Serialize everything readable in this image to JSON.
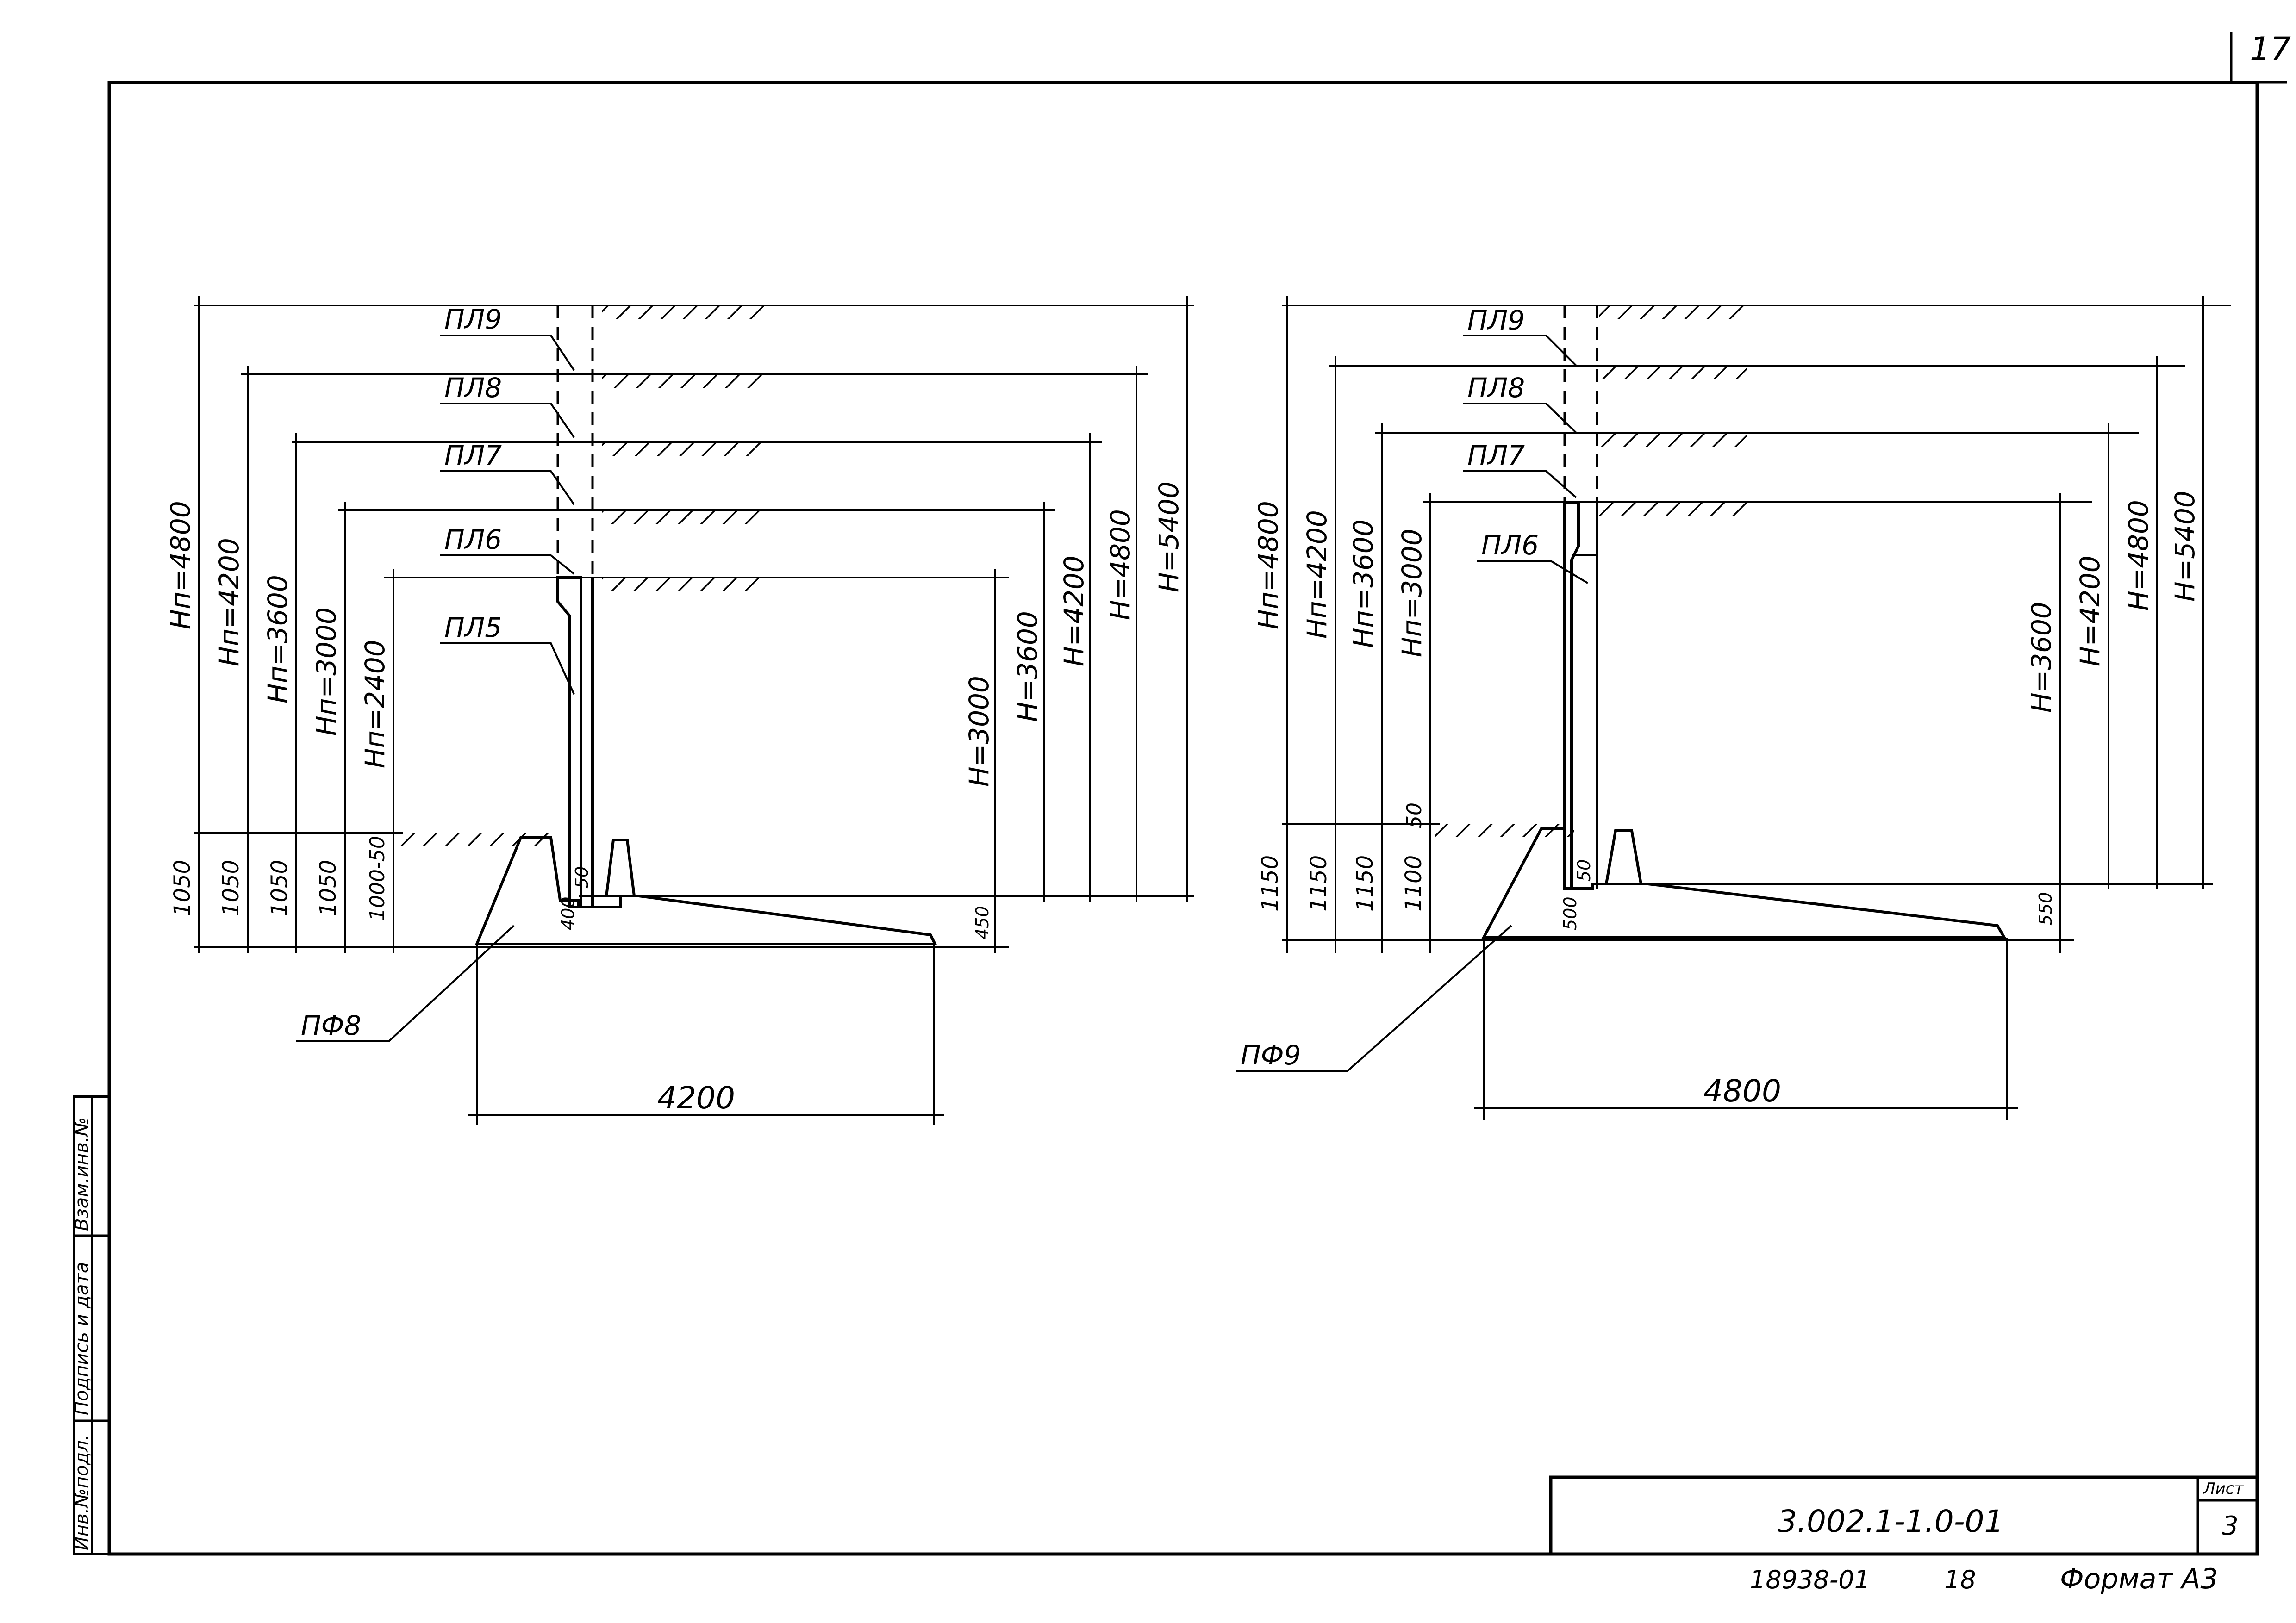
{
  "sheet": {
    "corner_number": "17",
    "designation": "3.002.1-1.0-01",
    "sheet_label": "Лист",
    "sheet_number": "3",
    "inventory": "18938-01",
    "copy_number": "18",
    "format_label": "Формат А3"
  },
  "side_stamp": {
    "col1": "Инв.№подл.",
    "col2": "Подпись и дата",
    "col3": "Взам.инв.№"
  },
  "left_drawing": {
    "panels": [
      "ПЛ9",
      "ПЛ8",
      "ПЛ7",
      "ПЛ6",
      "ПЛ5"
    ],
    "footing": "ПФ8",
    "hp_dims": [
      "Hп=4800",
      "Hп=4200",
      "Hп=3600",
      "Hп=3000",
      "Hп=2400"
    ],
    "h_dims": [
      "H=5400",
      "H=4800",
      "H=4200",
      "H=3600",
      "H=3000"
    ],
    "base_dims": [
      "1050",
      "1050",
      "1050",
      "1050",
      "1000-50"
    ],
    "small_dims": [
      "50",
      "400",
      "450"
    ],
    "width": "4200"
  },
  "right_drawing": {
    "panels": [
      "ПЛ9",
      "ПЛ8",
      "ПЛ7",
      "ПЛ6"
    ],
    "footing": "ПФ9",
    "hp_dims": [
      "Hп=4800",
      "Hп=4200",
      "Hп=3600",
      "Hп=3000"
    ],
    "h_dims": [
      "H=5400",
      "H=4800",
      "H=4200",
      "H=3600"
    ],
    "base_dims": [
      "1150",
      "1150",
      "1150",
      "1100",
      "50"
    ],
    "small_dims": [
      "50",
      "500",
      "550"
    ],
    "width": "4800"
  }
}
